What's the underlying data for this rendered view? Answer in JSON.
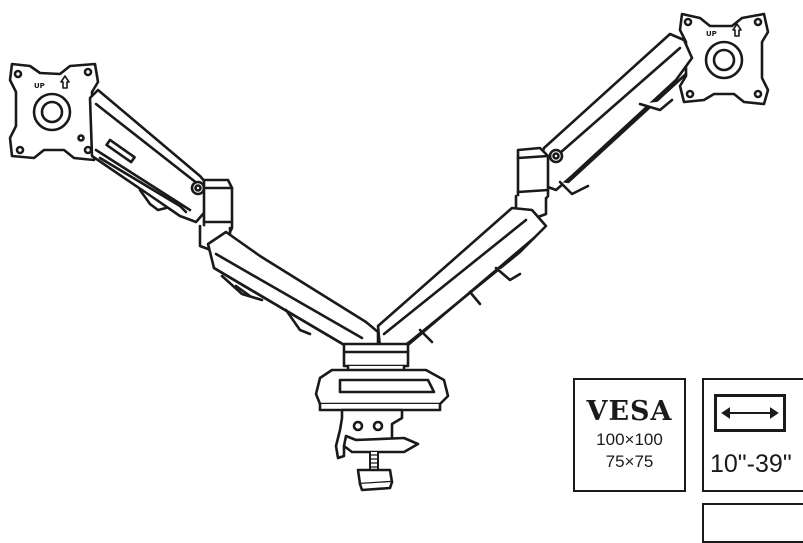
{
  "illustration": {
    "subject": "dual-monitor-arm",
    "line_color": "#1a1a1a",
    "fill_color": "#ffffff",
    "plate_marking": "UP"
  },
  "specs": {
    "vesa": {
      "title": "VESA",
      "sizes": [
        "100×100",
        "75×75"
      ]
    },
    "screen_size": {
      "icon": "double-arrow-width-icon",
      "range": "10\"-39\""
    }
  }
}
